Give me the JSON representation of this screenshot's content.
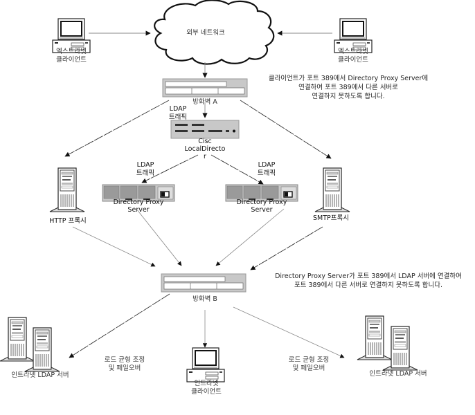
{
  "diagram": {
    "cloud": {
      "label": "외부 네트워크"
    },
    "extranet_client_left": {
      "line1": "엑스트라넷",
      "line2": "클라이언트"
    },
    "extranet_client_right": {
      "line1": "엑스트라넷",
      "line2": "클라이언트"
    },
    "firewall_a": {
      "label": "방화벽 A"
    },
    "firewall_a_note": {
      "line1": "클라이언트가 포트 389에서 Directory Proxy Server에",
      "line2": "연결하여 포트 389에서 다른 서버로",
      "line3": "연결하지 못하도록 합니다."
    },
    "ldap_traffic_top": {
      "line1": "LDAP",
      "line2": "트래픽"
    },
    "cisco": {
      "line1": "Cisc",
      "line2": "LocalDirecto",
      "line3": "r"
    },
    "ldap_traffic_left": {
      "line1": "LDAP",
      "line2": "트래픽"
    },
    "ldap_traffic_right": {
      "line1": "LDAP",
      "line2": "트래픽"
    },
    "proxy_left": {
      "line1": "Directory Proxy",
      "line2": "Server"
    },
    "proxy_right": {
      "line1": "Directory Proxy",
      "line2": "Server"
    },
    "http_proxy": {
      "label": "HTTP 프록시"
    },
    "smtp_proxy": {
      "label": "SMTP프록시"
    },
    "firewall_b": {
      "label": "방화벽 B"
    },
    "firewall_b_note": {
      "line1": "Directory Proxy Server가 포트 389에서 LDAP 서버에 연결하여",
      "line2": "포트 389에서 다른 서버로 연결하지 못하도록 합니다."
    },
    "lb_left": {
      "line1": "로드 균형 조정",
      "line2": "및 페일오버"
    },
    "lb_right": {
      "line1": "로드 균형 조정",
      "line2": "및 페일오버"
    },
    "intranet_ldap_left": {
      "label": "인트라넷 LDAP 서버"
    },
    "intranet_ldap_right": {
      "label": "인트라넷 LDAP 서버"
    },
    "intranet_client": {
      "line1": "인트라넷",
      "line2": "클라이언트"
    }
  }
}
